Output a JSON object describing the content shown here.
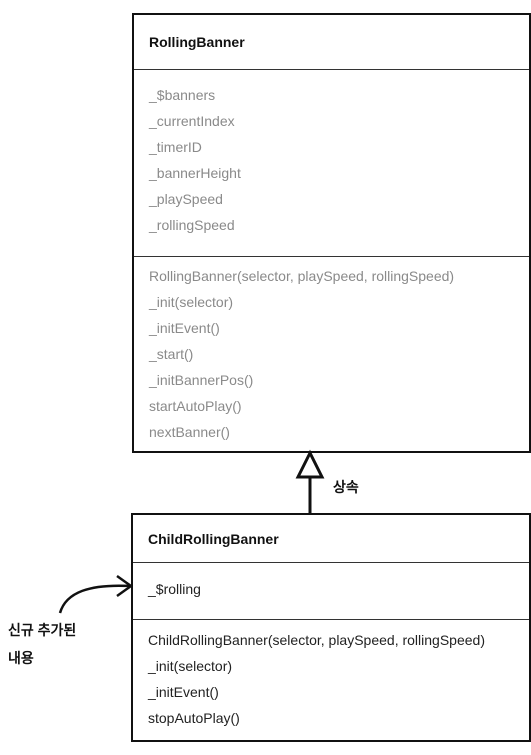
{
  "parent_class": {
    "name": "RollingBanner",
    "attributes": [
      "_$banners",
      "_currentIndex",
      "_timerID",
      "_bannerHeight",
      "_playSpeed",
      "_rollingSpeed"
    ],
    "operations": [
      "RollingBanner(selector, playSpeed, rollingSpeed)",
      "_init(selector)",
      "_initEvent()",
      "_start()",
      "_initBannerPos()",
      "startAutoPlay()",
      "nextBanner()"
    ]
  },
  "child_class": {
    "name": "ChildRollingBanner",
    "attributes": [
      "_$rolling"
    ],
    "operations": [
      "ChildRollingBanner(selector, playSpeed, rollingSpeed)",
      "_init(selector)",
      "_initEvent()",
      "stopAutoPlay()"
    ]
  },
  "inheritance_label": "상속",
  "annotation": {
    "line1": "신규 추가된",
    "line2": "내용"
  },
  "colors": {
    "border": "#111111",
    "member_text_parent": "#8a8a8a",
    "member_text_child": "#222222"
  }
}
